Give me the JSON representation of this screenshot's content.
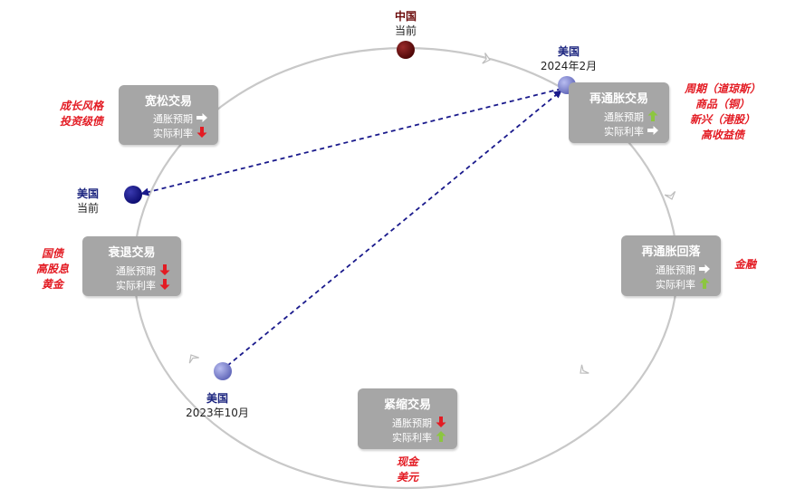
{
  "markers": {
    "china_now": {
      "country": "中国",
      "time": "当前",
      "color": "#6b0a0a"
    },
    "us_now": {
      "country": "美国",
      "time": "当前",
      "color": "#1a1a8c"
    },
    "us_2024_02": {
      "country": "美国",
      "time": "2024年2月",
      "color": "#7a7fcc"
    },
    "us_2023_10": {
      "country": "美国",
      "time": "2023年10月",
      "color": "#7a7fcc"
    }
  },
  "phases": {
    "loose": {
      "title": "宽松交易",
      "rows": [
        {
          "label": "通胀预期",
          "trend": "flat"
        },
        {
          "label": "实际利率",
          "trend": "down"
        }
      ],
      "assets": [
        "成长风格",
        "投资级债"
      ]
    },
    "reflation": {
      "title": "再通胀交易",
      "rows": [
        {
          "label": "通胀预期",
          "trend": "up"
        },
        {
          "label": "实际利率",
          "trend": "flat"
        }
      ],
      "assets": [
        "周期（道琼斯）",
        "商品（铜）",
        "新兴（港股）",
        "高收益债"
      ]
    },
    "reflation_fall": {
      "title": "再通胀回落",
      "rows": [
        {
          "label": "通胀预期",
          "trend": "flat"
        },
        {
          "label": "实际利率",
          "trend": "up"
        }
      ],
      "assets": [
        "金融"
      ]
    },
    "tightening": {
      "title": "紧缩交易",
      "rows": [
        {
          "label": "通胀预期",
          "trend": "down"
        },
        {
          "label": "实际利率",
          "trend": "up"
        }
      ],
      "assets": [
        "现金",
        "美元"
      ]
    },
    "recession": {
      "title": "衰退交易",
      "rows": [
        {
          "label": "通胀预期",
          "trend": "down"
        },
        {
          "label": "实际利率",
          "trend": "down"
        }
      ],
      "assets": [
        "国债",
        "高股息",
        "黄金"
      ]
    }
  },
  "colors": {
    "box_fill": "#a6a6a6",
    "ring": "#c8c8c8",
    "path": "#1a1a8c",
    "asset_text": "#e31b23",
    "arrow_up": "#8cc63f",
    "arrow_down": "#e31b23",
    "arrow_flat": "#ffffff"
  }
}
